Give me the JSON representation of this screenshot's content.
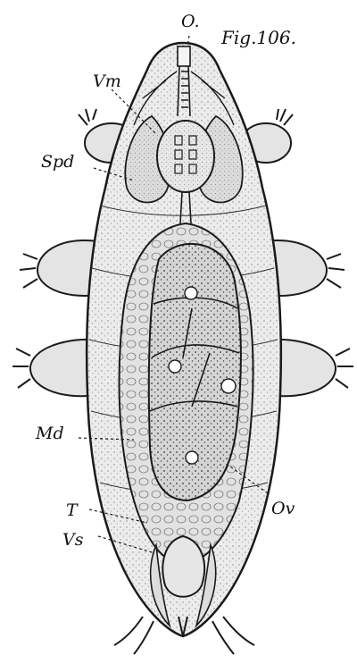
{
  "figure_title": "Fig.106.",
  "labels": {
    "o": "O.",
    "vm": "Vm",
    "spd": "Spd",
    "md": "Md",
    "ov": "Ov",
    "t": "T",
    "vs": "Vs"
  },
  "colors": {
    "ink": "#1a1a1a",
    "paper": "#ffffff",
    "body_fill": "#ececec",
    "organ_fill": "#d8d8d8"
  }
}
